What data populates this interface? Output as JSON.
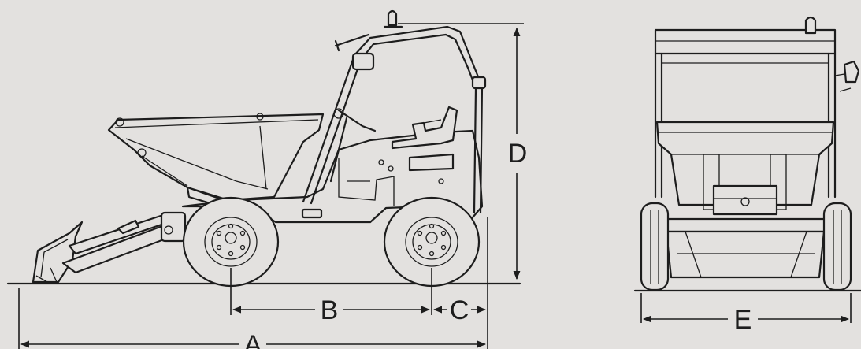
{
  "labels": {
    "a": "A",
    "b": "B",
    "c": "C",
    "d": "D",
    "e": "E"
  },
  "colors": {
    "background": "#e3e1df",
    "line": "#1d1d1d"
  }
}
